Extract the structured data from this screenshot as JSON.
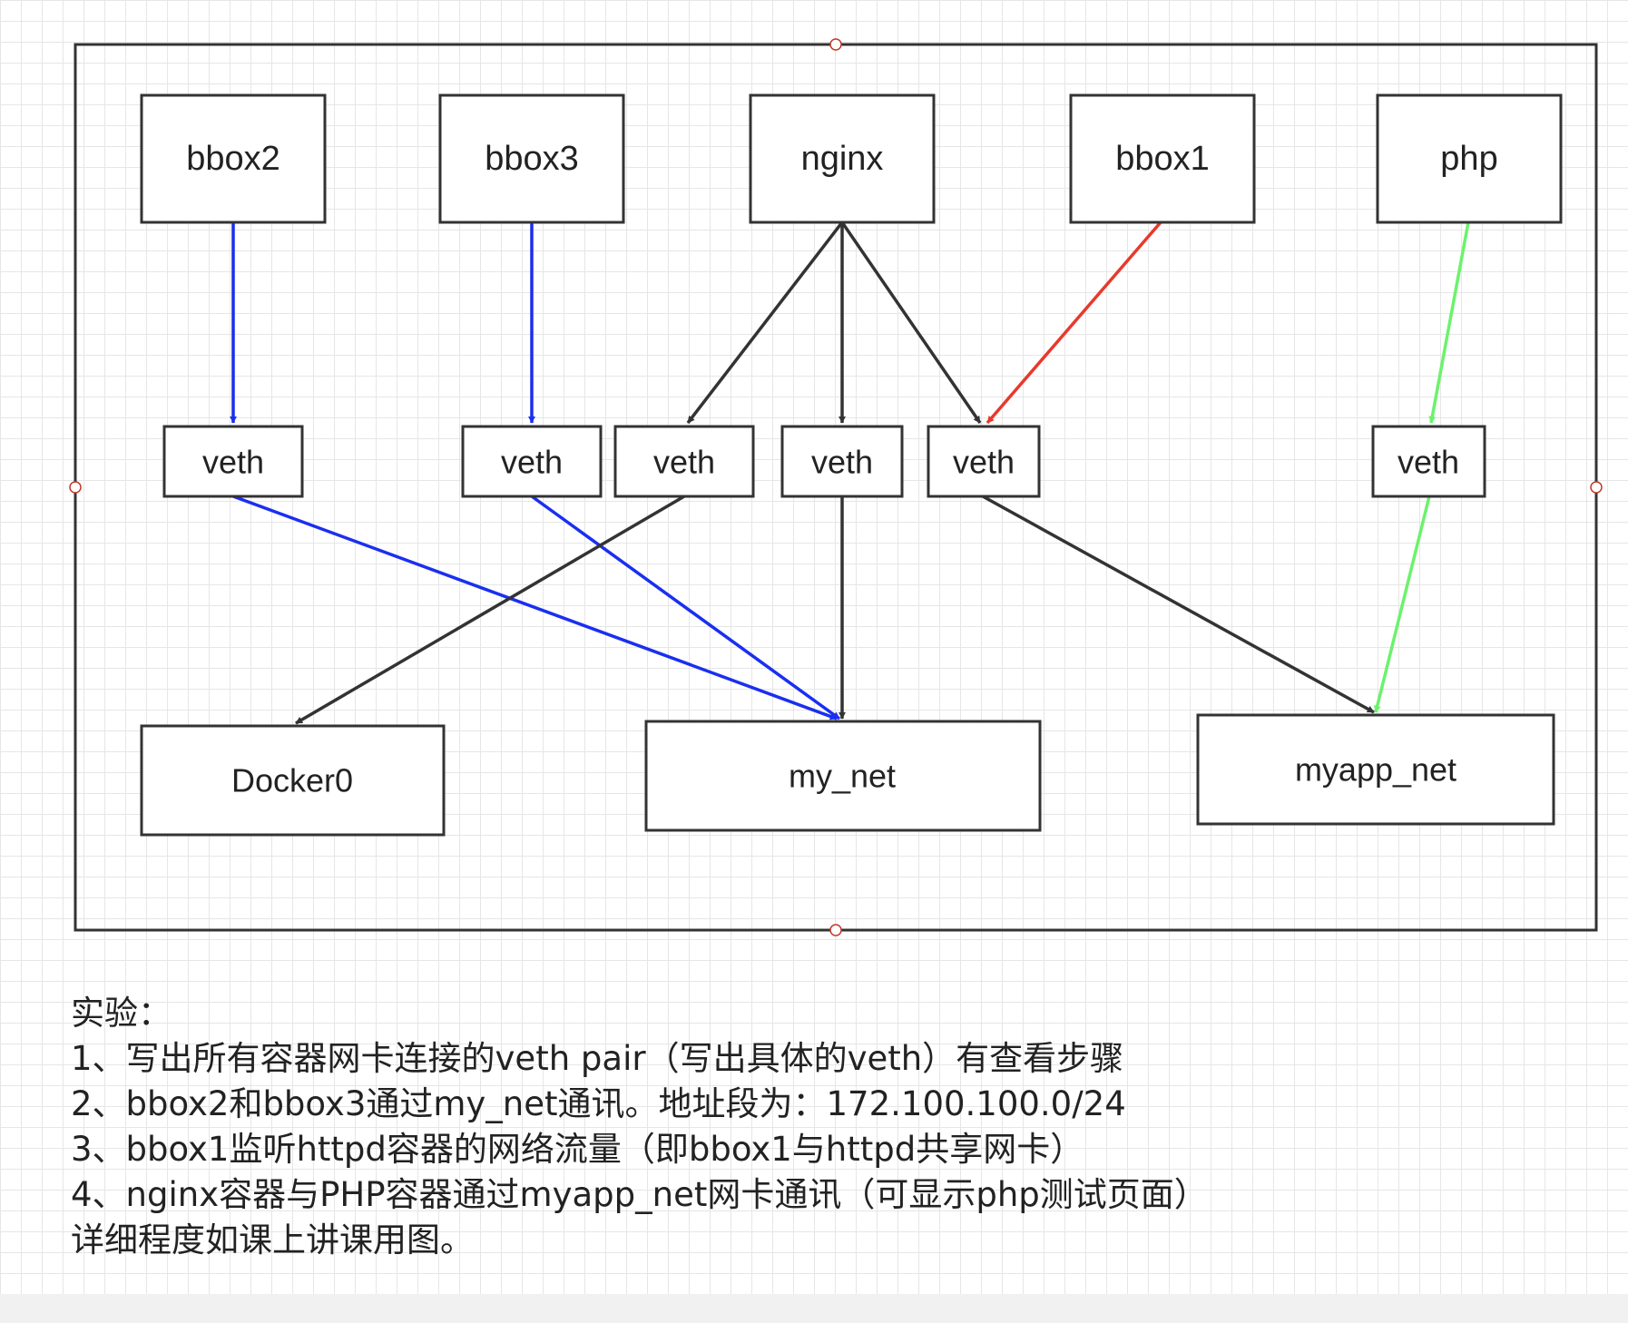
{
  "diagram": {
    "nodes": {
      "bbox2": "bbox2",
      "bbox3": "bbox3",
      "nginx": "nginx",
      "bbox1": "bbox1",
      "php": "php",
      "veth_bbox2": "veth",
      "veth_bbox3": "veth",
      "veth_nginx_docker0": "veth",
      "veth_nginx_mynet": "veth",
      "veth_nginx_myapp": "veth",
      "veth_php": "veth",
      "docker0": "Docker0",
      "my_net": "my_net",
      "myapp_net": "myapp_net"
    },
    "edges": [
      {
        "from": "bbox2",
        "to": "veth_bbox2",
        "color": "#1a2ff0"
      },
      {
        "from": "bbox3",
        "to": "veth_bbox3",
        "color": "#1a2ff0"
      },
      {
        "from": "nginx",
        "to": "veth_nginx_docker0",
        "color": "#333333"
      },
      {
        "from": "nginx",
        "to": "veth_nginx_mynet",
        "color": "#333333"
      },
      {
        "from": "nginx",
        "to": "veth_nginx_myapp",
        "color": "#333333"
      },
      {
        "from": "bbox1",
        "to": "veth_nginx_myapp",
        "color": "#e8392c"
      },
      {
        "from": "php",
        "to": "veth_php",
        "color": "#6cf26c"
      },
      {
        "from": "veth_bbox2",
        "to": "my_net",
        "color": "#1a2ff0"
      },
      {
        "from": "veth_bbox3",
        "to": "my_net",
        "color": "#1a2ff0"
      },
      {
        "from": "veth_nginx_docker0",
        "to": "docker0",
        "color": "#333333"
      },
      {
        "from": "veth_nginx_mynet",
        "to": "my_net",
        "color": "#333333"
      },
      {
        "from": "veth_nginx_myapp",
        "to": "myapp_net",
        "color": "#333333"
      },
      {
        "from": "veth_php",
        "to": "myapp_net",
        "color": "#6cf26c"
      }
    ]
  },
  "notes": {
    "heading": "实验：",
    "items": [
      "1、写出所有容器网卡连接的veth pair（写出具体的veth）有查看步骤",
      "2、bbox2和bbox3通过my_net通讯。地址段为：172.100.100.0/24",
      "3、bbox1监听httpd容器的网络流量（即bbox1与httpd共享网卡）",
      "4、nginx容器与PHP容器通过myapp_net网卡通讯（可显示php测试页面）"
    ],
    "footer": "详细程度如课上讲课用图。"
  }
}
